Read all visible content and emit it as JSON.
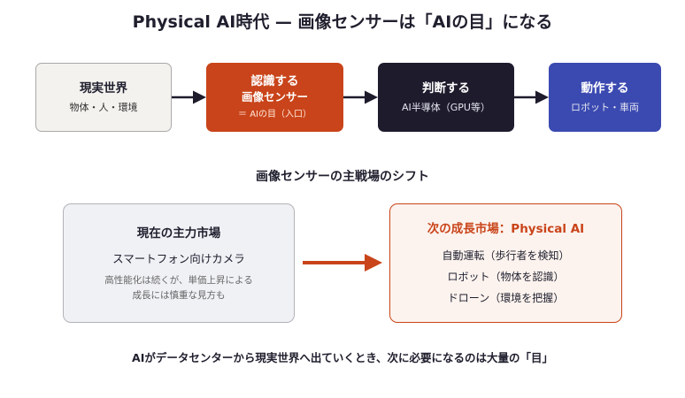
{
  "title": "Physical AI時代 — 画像センサーは「AIの目」になる",
  "flow": [
    {
      "title": "現実世界",
      "sub": "物体・人・環境"
    },
    {
      "title": "認識する",
      "title2": "画像センサー",
      "sub": "＝ AIの目（入口）"
    },
    {
      "title": "判断する",
      "sub": "AI半導体（GPU等）"
    },
    {
      "title": "動作する",
      "sub": "ロボット・車両"
    }
  ],
  "colors": {
    "accent": "#c9441a",
    "dark": "#1d1b2c",
    "blue": "#3b4ab1",
    "neutral": "#f3f2ee"
  },
  "shift_title": "画像センサーの主戦場のシフト",
  "current": {
    "heading": "現在の主力市場",
    "item": "スマートフォン向けカメラ",
    "note_lines": [
      "高性能化は続くが、単価上昇による",
      "成長には慎重な見方も"
    ]
  },
  "next": {
    "heading": "次の成長市場：Physical AI",
    "items": [
      "自動運転（歩行者を検知）",
      "ロボット（物体を認識）",
      "ドローン（環境を把握）"
    ]
  },
  "footer": "AIがデータセンターから現実世界へ出ていくとき、次に必要になるのは大量の「目」"
}
